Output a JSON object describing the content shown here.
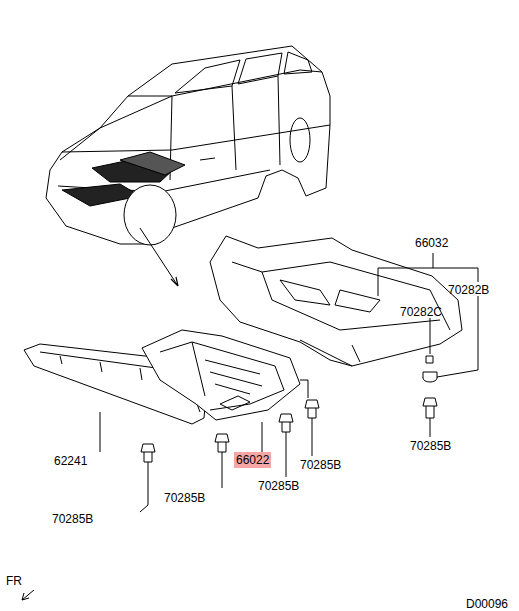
{
  "diagram": {
    "nodes": [
      {
        "text": [
          "66022"
        ]
      }
    ],
    "labels": [
      "66032",
      "70282B",
      "70282C",
      "70285B",
      "62241",
      "70285B",
      "70285B",
      "70285B",
      "70285B",
      "FR",
      "D00096"
    ]
  }
}
